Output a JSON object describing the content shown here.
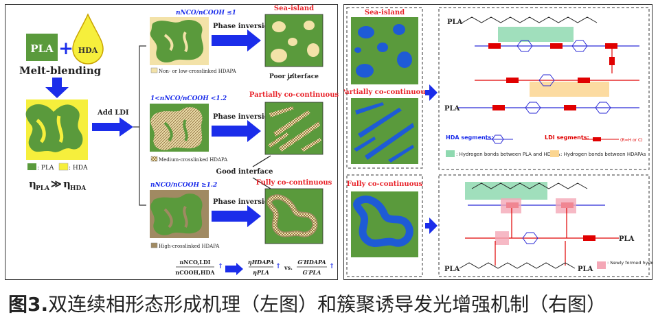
{
  "left": {
    "pla_label": "PLA",
    "hda_label": "HDA",
    "plus": "+",
    "melt_blending": "Melt-blending",
    "legend_pla": ": PLA",
    "legend_hda": ": HDA",
    "viscosity_left": "η",
    "viscosity_left_sub": "PLA",
    "viscosity_op": "≫",
    "viscosity_right": "η",
    "viscosity_right_sub": "HDA",
    "add_ldi": "Add LDI",
    "cond_low": "nNCO/nCOOH ≤1",
    "cond_mid": "1<nNCO/nCOOH <1.2",
    "cond_high": "nNCO/nCOOH ≥1.2",
    "phase_inversion": "Phase inversion",
    "label_low": "Non- or low-crosslinked HDAPA",
    "label_mid": "Medium-crosslinked HDAPA",
    "label_high": "High-crosslinked HDAPA",
    "morph_sea": "Sea-island",
    "morph_partial": "Partially co-continuous",
    "morph_full": "Fully co-continuous",
    "poor_interface": "Poor interface",
    "good_interface": "Good interface",
    "eq_ratio_num": "nNCO,LDI",
    "eq_ratio_den": "nCOOH,HDA",
    "eq_visc_num": "ηHDAPA",
    "eq_visc_den": "ηPLA",
    "eq_vs": "vs.",
    "eq_mod_num": "G′HDAPA",
    "eq_mod_den": "G′PLA"
  },
  "right": {
    "morph_sea": "Sea-island",
    "morph_partial": "Partially co-continuous",
    "morph_full": "Fully co-continuous",
    "pla": "PLA",
    "hda_segments": "HDA segments:",
    "ldi_segments": "LDI segments:",
    "ldi_r": "(R=H or C)",
    "hb_pla_hdapa": ": Hydrogen bonds between PLA and HDAPA",
    "hb_hdapas": ": Hydrogen bonds between HDAPAs",
    "hb_new": ": Newly formed hydrogen bonds"
  },
  "caption": {
    "figure": "图3.",
    "text": " 双连续相形态形成机理（左图）和簇聚诱导发光增强机制（右图）"
  },
  "colors": {
    "pla_green": "#5a9a3c",
    "hda_yellow": "#f6ef3c",
    "arrow_blue": "#1b2dea",
    "morph_red": "#e8232a",
    "island_beige": "#f3e2a8",
    "blue_domain": "#1e5bd6",
    "chem_red": "#e00000",
    "chem_blue": "#2a2ad6",
    "hb_green": "#8fd9b0",
    "hb_orange": "#fbd590",
    "hb_pink": "#f4a7b6"
  }
}
